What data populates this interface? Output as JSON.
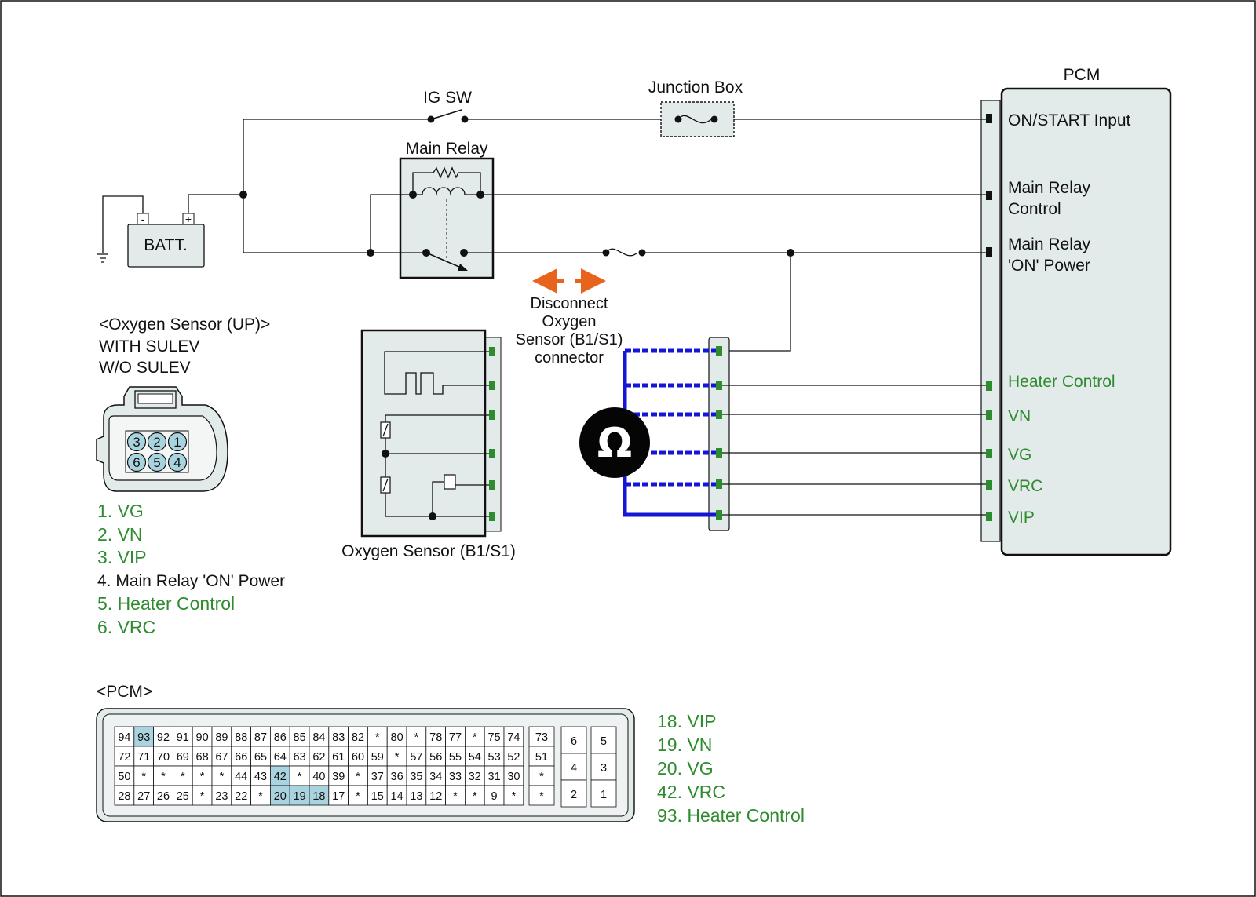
{
  "labels": {
    "ig_sw": "IG SW",
    "junction_box": "Junction Box",
    "pcm": "PCM",
    "main_relay": "Main Relay",
    "battery": "BATT.",
    "battery_neg": "-",
    "battery_pos": "+",
    "disconnect": [
      "Disconnect",
      "Oxygen",
      "Sensor (B1/S1)",
      "connector"
    ],
    "oxygen_sensor": "Oxygen Sensor (B1/S1)",
    "ohmmeter_symbol": "Ω"
  },
  "pcm_terminals": {
    "on_start": "ON/START Input",
    "main_relay_control": [
      "Main Relay",
      "Control"
    ],
    "main_relay_on_power": [
      "Main Relay",
      "'ON' Power"
    ],
    "heater_control": "Heater Control",
    "vn": "VN",
    "vg": "VG",
    "vrc": "VRC",
    "vip": "VIP"
  },
  "sensor_connector": {
    "title": "<Oxygen Sensor (UP)>",
    "lines": [
      "WITH SULEV",
      "W/O SULEV"
    ],
    "pins_top": [
      "3",
      "2",
      "1"
    ],
    "pins_bottom": [
      "6",
      "5",
      "4"
    ],
    "legend": [
      {
        "text": "1. VG",
        "color": "#2e8b2e"
      },
      {
        "text": "2. VN",
        "color": "#2e8b2e"
      },
      {
        "text": "3. VIP",
        "color": "#2e8b2e"
      },
      {
        "text": "4. Main Relay  'ON' Power",
        "color": "#111111"
      },
      {
        "text": "5. Heater Control",
        "color": "#2e8b2e"
      },
      {
        "text": "6. VRC",
        "color": "#2e8b2e"
      }
    ]
  },
  "pcm_connector": {
    "title": "<PCM>",
    "rows": [
      [
        "94",
        "93",
        "92",
        "91",
        "90",
        "89",
        "88",
        "87",
        "86",
        "85",
        "84",
        "83",
        "82",
        "*",
        "80",
        "*",
        "78",
        "77",
        "*",
        "75",
        "74"
      ],
      [
        "72",
        "71",
        "70",
        "69",
        "68",
        "67",
        "66",
        "65",
        "64",
        "63",
        "62",
        "61",
        "60",
        "59",
        "*",
        "57",
        "56",
        "55",
        "54",
        "53",
        "52"
      ],
      [
        "50",
        "*",
        "*",
        "*",
        "*",
        "*",
        "44",
        "43",
        "42",
        "*",
        "40",
        "39",
        "*",
        "37",
        "36",
        "35",
        "34",
        "33",
        "32",
        "31",
        "30"
      ],
      [
        "28",
        "27",
        "26",
        "25",
        "*",
        "23",
        "22",
        "*",
        "20",
        "19",
        "18",
        "17",
        "*",
        "15",
        "14",
        "13",
        "12",
        "*",
        "*",
        "9",
        "*"
      ]
    ],
    "side_column": [
      "73",
      "51",
      "*",
      "*"
    ],
    "block_left": [
      "6",
      "4",
      "2"
    ],
    "block_right": [
      "5",
      "3",
      "1"
    ],
    "highlighted": [
      "93",
      "42",
      "20",
      "19",
      "18"
    ],
    "legend": [
      "18. VIP",
      "19. VN",
      "20. VG",
      "42. VRC",
      "93. Heater Control"
    ]
  },
  "colors": {
    "signal_green": "#2e8b2e",
    "probe_blue": "#1515d6",
    "arrow_orange": "#e8631c",
    "box_fill": "#e3eaea",
    "pin_highlight": "#a9d3de"
  }
}
